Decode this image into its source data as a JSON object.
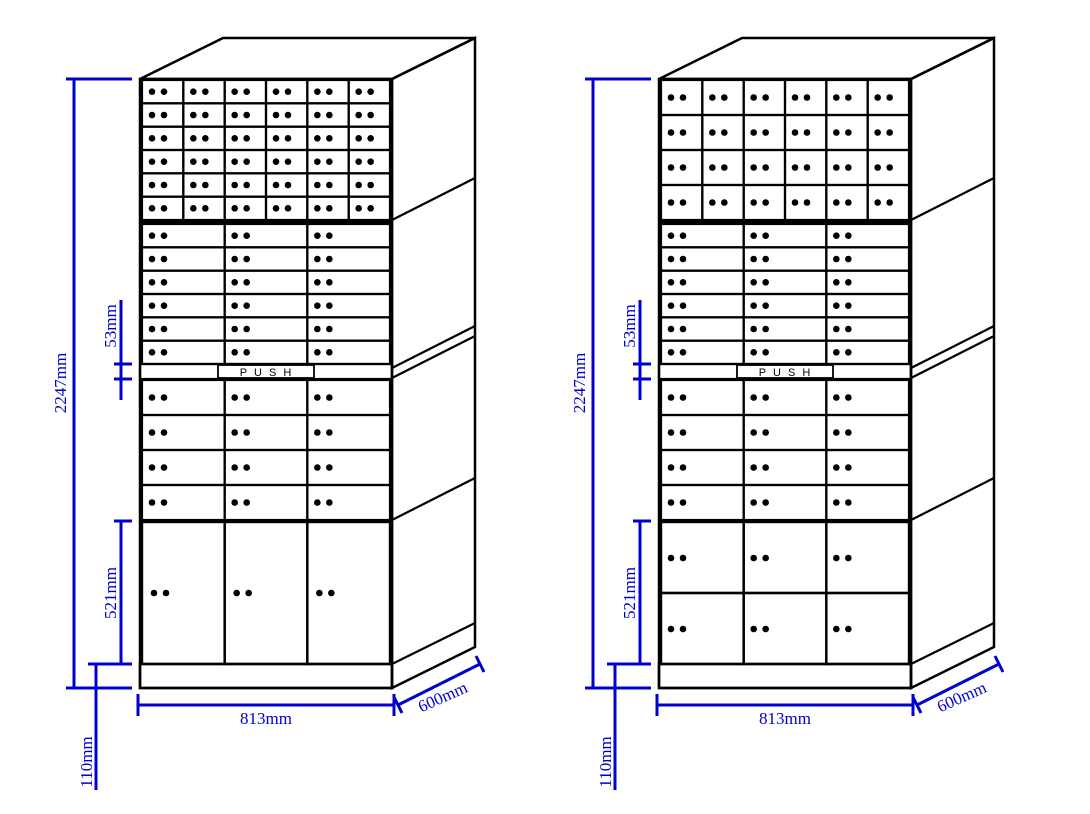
{
  "colors": {
    "outline": "#000000",
    "dimension": "#0000cc",
    "background": "#ffffff"
  },
  "cabinets": [
    {
      "name": "cabinet-left",
      "variant": "left",
      "labels": {
        "height_total": "2247mm",
        "width": "813mm",
        "depth": "600mm",
        "base_height": "110mm",
        "small_drawer_height": "53mm",
        "large_box_height": "521mm",
        "push": "PUSH"
      }
    },
    {
      "name": "cabinet-right",
      "variant": "right",
      "labels": {
        "height_total": "2247mm",
        "width": "813mm",
        "depth": "600mm",
        "base_height": "110mm",
        "small_drawer_height": "53mm",
        "large_box_height": "521mm",
        "push": "PUSH"
      }
    }
  ]
}
